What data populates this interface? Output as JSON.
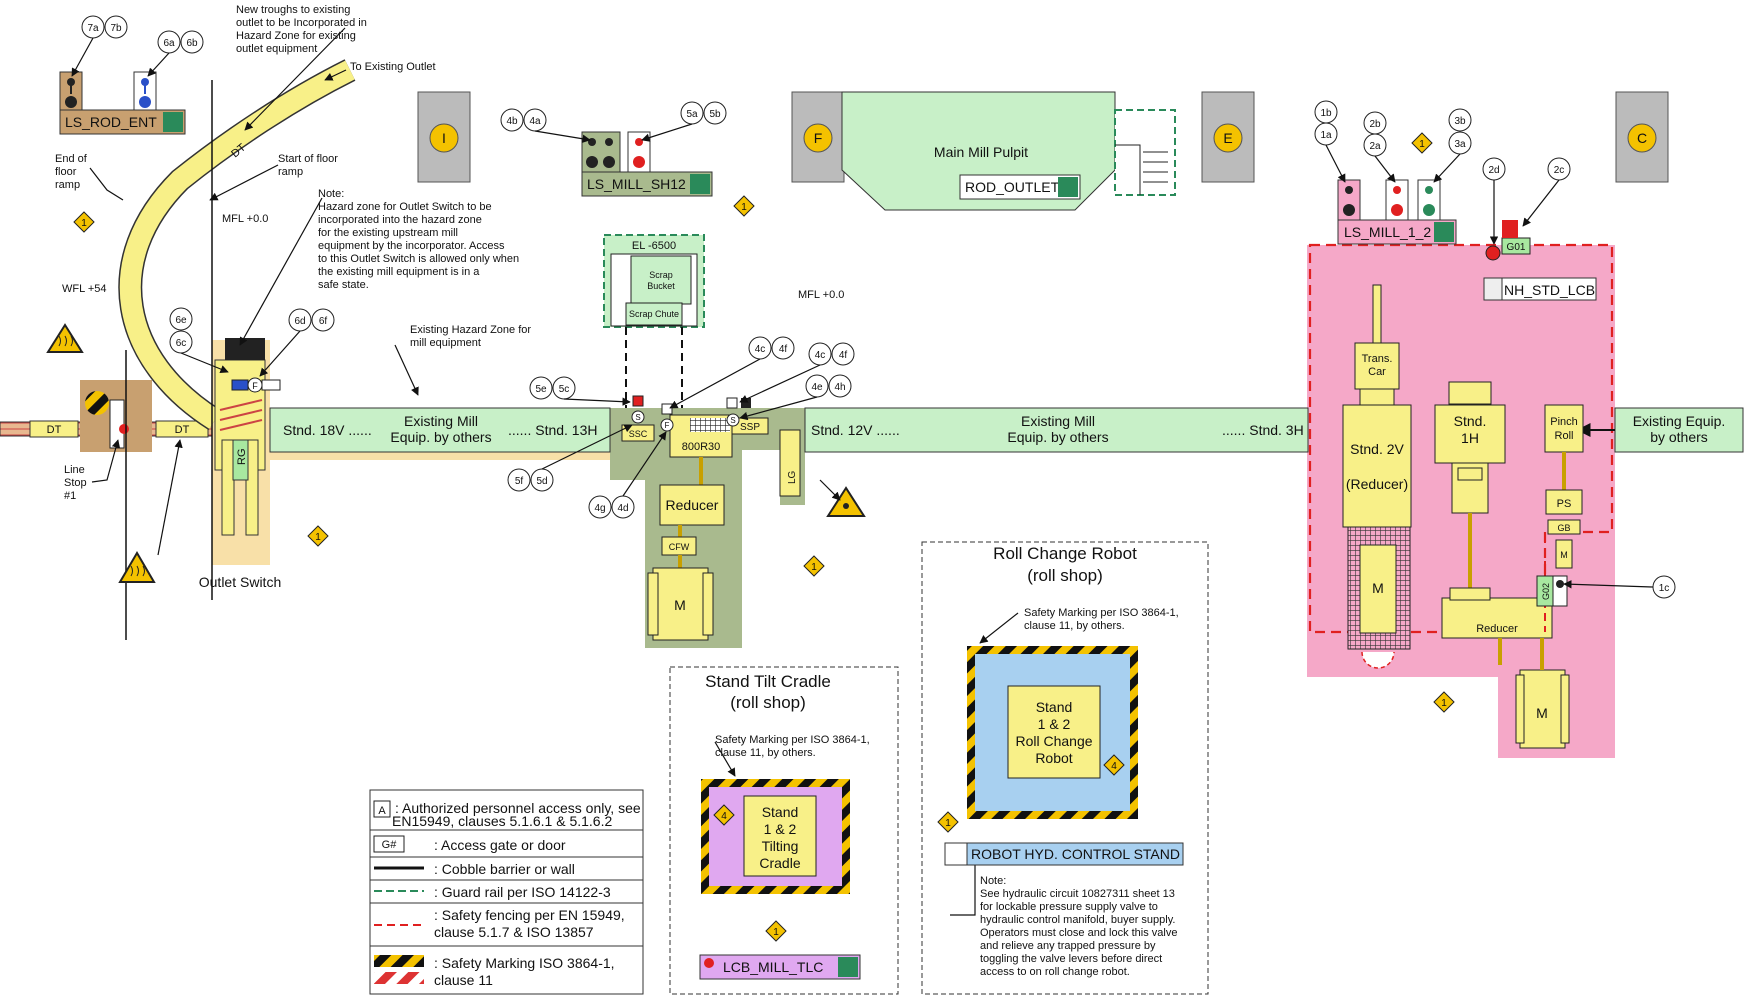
{
  "columns": {
    "I": "I",
    "F": "F",
    "E": "E",
    "C": "C"
  },
  "notes": {
    "troughs": [
      "New troughs to existing",
      "outlet to be Incorporated in",
      "Hazard Zone for existing",
      "outlet equipment"
    ],
    "to_outlet": "To Existing Outlet",
    "end_floor": [
      "End of",
      "floor",
      "ramp"
    ],
    "start_floor": [
      "Start of floor",
      "ramp"
    ],
    "hazard_note": [
      "Note:",
      "Hazard zone for Outlet Switch to be",
      "incorporated into the hazard zone",
      "for the existing upstream mill",
      "equipment by the incorporator. Access",
      "to this Outlet Switch is allowed only when",
      "the existing mill equipment is in a",
      "safe state."
    ],
    "mfl_left": "MFL +0.0",
    "mfl_mid": "MFL +0.0",
    "wfl": "WFL +54",
    "existing_hz": [
      "Existing Hazard Zone for",
      "mill equipment"
    ],
    "line_stop": [
      "Line",
      "Stop",
      "#1"
    ],
    "outlet_switch": "Outlet Switch",
    "robot_note": [
      "Note:",
      "See hydraulic circuit 10827311 sheet 13",
      "for lockable pressure supply valve to",
      "hydraulic control manifold, buyer supply.",
      "Operators must close and lock this valve",
      "and relieve any trapped pressure by",
      "toggling the valve levers before direct",
      "access to on roll change robot."
    ],
    "safety_marking_1": [
      "Safety Marking per ISO 3864-1,",
      "clause 11, by others."
    ],
    "safety_marking_2": [
      "Safety Marking per ISO 3864-1,",
      "clause 11, by others."
    ]
  },
  "callouts": {
    "c7a": "7a",
    "c7b": "7b",
    "c6a": "6a",
    "c6b": "6b",
    "c6e": "6e",
    "c6c": "6c",
    "c6d": "6d",
    "c6f": "6f",
    "c4b": "4b",
    "c4a": "4a",
    "c5a": "5a",
    "c5b": "5b",
    "c5e": "5e",
    "c5c": "5c",
    "c5f": "5f",
    "c5d": "5d",
    "c4c1": "4c",
    "c4f1": "4f",
    "c4c2": "4c",
    "c4f2": "4f",
    "c4e": "4e",
    "c4h": "4h",
    "c4g": "4g",
    "c4d": "4d",
    "c1b": "1b",
    "c1a": "1a",
    "c2b": "2b",
    "c2a": "2a",
    "c3b": "3b",
    "c3a": "3a",
    "c2d": "2d",
    "c2c": "2c",
    "c1c": "1c"
  },
  "diamonds": {
    "one": "1",
    "four": "4"
  },
  "tags": {
    "ls_rod_ent": "LS_ROD_ENT",
    "ls_mill_sh12": "LS_MILL_SH12",
    "rod_outlet": "ROD_OUTLET",
    "ls_mill_1_2": "LS_MILL_1_2",
    "nh_std_lcb": "NH_STD_LCB",
    "lcb_mill_tlc": "LCB_MILL_TLC",
    "robot_hyd": "ROBOT HYD. CONTROL STAND",
    "g01": "G01",
    "g02": "G02"
  },
  "equipment": {
    "dt": "DT",
    "rg": "RG",
    "main_pulpit": "Main Mill Pulpit",
    "el6500": "EL -6500",
    "scrap_bucket": [
      "Scrap",
      "Bucket"
    ],
    "scrap_chute": "Scrap Chute",
    "ssc": "SSC",
    "ssp": "SSP",
    "r800": "800R30",
    "reducer": "Reducer",
    "cfw": "CFW",
    "m": "M",
    "lg": "LG",
    "trans_car": [
      "Trans.",
      "Car"
    ],
    "stnd2v": "Stnd. 2V",
    "stnd2v_sub": "(Reducer)",
    "stnd1h": [
      "Stnd.",
      "1H"
    ],
    "pinch": [
      "Pinch",
      "Roll"
    ],
    "ps": "PS",
    "gb": "GB",
    "reducer2": "Reducer",
    "s": "S",
    "f": "F"
  },
  "mill": {
    "left_a": "Stnd. 18V ......",
    "left_mid": [
      "Existing Mill",
      "Equip. by others"
    ],
    "left_b": "...... Stnd. 13H",
    "right_a": "Stnd. 12V ......",
    "right_mid": [
      "Existing Mill",
      "Equip. by others"
    ],
    "right_b": "...... Stnd. 3H",
    "ext": [
      "Existing Equip.",
      "by others"
    ]
  },
  "tilt": {
    "title": [
      "Stand Tilt Cradle",
      "(roll shop)"
    ],
    "inner": [
      "Stand",
      "1 & 2",
      "Tilting",
      "Cradle"
    ]
  },
  "robot": {
    "title": [
      "Roll Change Robot",
      "(roll shop)"
    ],
    "inner": [
      "Stand",
      "1 & 2",
      "Roll Change",
      "Robot"
    ]
  },
  "legend": {
    "a_key": "A",
    "a_text": [
      ": Authorized personnel access only, see",
      "EN15949, clauses 5.1.6.1 & 5.1.6.2"
    ],
    "g_key": "G#",
    "g_text": ": Access gate or door",
    "cobble": ": Cobble barrier or wall",
    "guard": ": Guard rail per ISO 14122-3",
    "fence": [
      ": Safety fencing per EN 15949,",
      "clause 5.1.7 &  ISO 13857"
    ],
    "marking": [
      ": Safety Marking ISO 3864-1,",
      "clause 11"
    ]
  }
}
